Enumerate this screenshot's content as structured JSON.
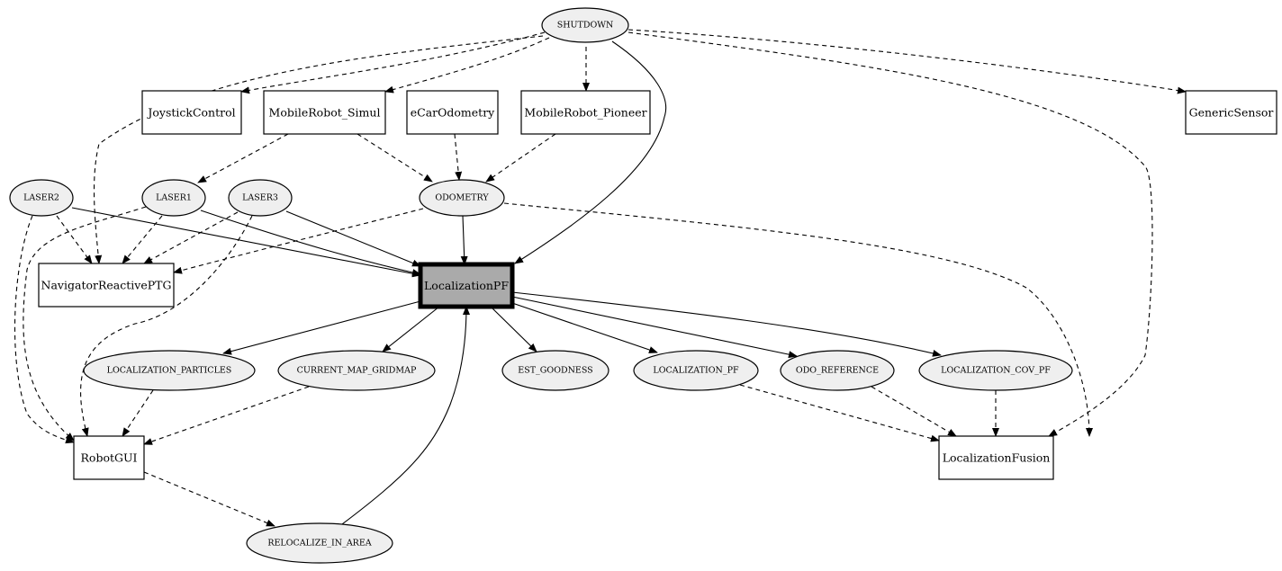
{
  "nodes": [
    {
      "id": "shutdown",
      "label": "SHUTDOWN",
      "shape": "ellipse"
    },
    {
      "id": "joystick",
      "label": "JoystickControl",
      "shape": "box"
    },
    {
      "id": "mrsimul",
      "label": "MobileRobot_Simul",
      "shape": "box"
    },
    {
      "id": "ecar",
      "label": "eCarOdometry",
      "shape": "box"
    },
    {
      "id": "mrpioneer",
      "label": "MobileRobot_Pioneer",
      "shape": "box"
    },
    {
      "id": "generic",
      "label": "GenericSensor",
      "shape": "box"
    },
    {
      "id": "laser2",
      "label": "LASER2",
      "shape": "ellipse"
    },
    {
      "id": "laser1",
      "label": "LASER1",
      "shape": "ellipse"
    },
    {
      "id": "laser3",
      "label": "LASER3",
      "shape": "ellipse"
    },
    {
      "id": "odometry",
      "label": "ODOMETRY",
      "shape": "ellipse"
    },
    {
      "id": "nav",
      "label": "NavigatorReactivePTG",
      "shape": "box"
    },
    {
      "id": "locpf",
      "label": "LocalizationPF",
      "shape": "box",
      "highlighted": true
    },
    {
      "id": "locparticles",
      "label": "LOCALIZATION_PARTICLES",
      "shape": "ellipse"
    },
    {
      "id": "gridmap",
      "label": "CURRENT_MAP_GRIDMAP",
      "shape": "ellipse"
    },
    {
      "id": "estgood",
      "label": "EST_GOODNESS",
      "shape": "ellipse"
    },
    {
      "id": "loc_pf",
      "label": "LOCALIZATION_PF",
      "shape": "ellipse"
    },
    {
      "id": "odoref",
      "label": "ODO_REFERENCE",
      "shape": "ellipse"
    },
    {
      "id": "loccov",
      "label": "LOCALIZATION_COV_PF",
      "shape": "ellipse"
    },
    {
      "id": "robotgui",
      "label": "RobotGUI",
      "shape": "box"
    },
    {
      "id": "locfusion",
      "label": "LocalizationFusion",
      "shape": "box"
    },
    {
      "id": "reloc",
      "label": "RELOCALIZE_IN_AREA",
      "shape": "ellipse"
    }
  ],
  "edges": [
    {
      "from": "shutdown",
      "to": "nav",
      "style": "dashed"
    },
    {
      "from": "shutdown",
      "to": "joystick",
      "style": "dashed"
    },
    {
      "from": "shutdown",
      "to": "mrsimul",
      "style": "dashed"
    },
    {
      "from": "shutdown",
      "to": "mrpioneer",
      "style": "dashed"
    },
    {
      "from": "shutdown",
      "to": "generic",
      "style": "dashed"
    },
    {
      "from": "shutdown",
      "to": "locfusion",
      "style": "dashed"
    },
    {
      "from": "shutdown",
      "to": "locpf",
      "style": "solid"
    },
    {
      "from": "mrsimul",
      "to": "laser1",
      "style": "dashed"
    },
    {
      "from": "mrsimul",
      "to": "odometry",
      "style": "dashed"
    },
    {
      "from": "ecar",
      "to": "odometry",
      "style": "dashed"
    },
    {
      "from": "mrpioneer",
      "to": "odometry",
      "style": "dashed"
    },
    {
      "from": "laser2",
      "to": "nav",
      "style": "dashed"
    },
    {
      "from": "laser2",
      "to": "robotgui",
      "style": "dashed"
    },
    {
      "from": "laser2",
      "to": "locpf",
      "style": "solid"
    },
    {
      "from": "laser1",
      "to": "nav",
      "style": "dashed"
    },
    {
      "from": "laser1",
      "to": "robotgui",
      "style": "dashed"
    },
    {
      "from": "laser1",
      "to": "locpf",
      "style": "solid"
    },
    {
      "from": "laser3",
      "to": "nav",
      "style": "dashed"
    },
    {
      "from": "laser3",
      "to": "robotgui",
      "style": "dashed"
    },
    {
      "from": "laser3",
      "to": "locpf",
      "style": "solid"
    },
    {
      "from": "odometry",
      "to": "nav",
      "style": "dashed"
    },
    {
      "from": "odometry",
      "to": "locpf",
      "style": "solid"
    },
    {
      "from": "odometry",
      "to": "locfusion",
      "style": "dashed"
    },
    {
      "from": "locpf",
      "to": "locparticles",
      "style": "solid"
    },
    {
      "from": "locpf",
      "to": "gridmap",
      "style": "solid"
    },
    {
      "from": "locpf",
      "to": "estgood",
      "style": "solid"
    },
    {
      "from": "locpf",
      "to": "loc_pf",
      "style": "solid"
    },
    {
      "from": "locpf",
      "to": "odoref",
      "style": "solid"
    },
    {
      "from": "locpf",
      "to": "loccov",
      "style": "solid"
    },
    {
      "from": "locparticles",
      "to": "robotgui",
      "style": "dashed"
    },
    {
      "from": "gridmap",
      "to": "robotgui",
      "style": "dashed"
    },
    {
      "from": "loc_pf",
      "to": "locfusion",
      "style": "dashed"
    },
    {
      "from": "odoref",
      "to": "locfusion",
      "style": "dashed"
    },
    {
      "from": "loccov",
      "to": "locfusion",
      "style": "dashed"
    },
    {
      "from": "robotgui",
      "to": "reloc",
      "style": "dashed"
    },
    {
      "from": "reloc",
      "to": "locpf",
      "style": "solid"
    }
  ]
}
